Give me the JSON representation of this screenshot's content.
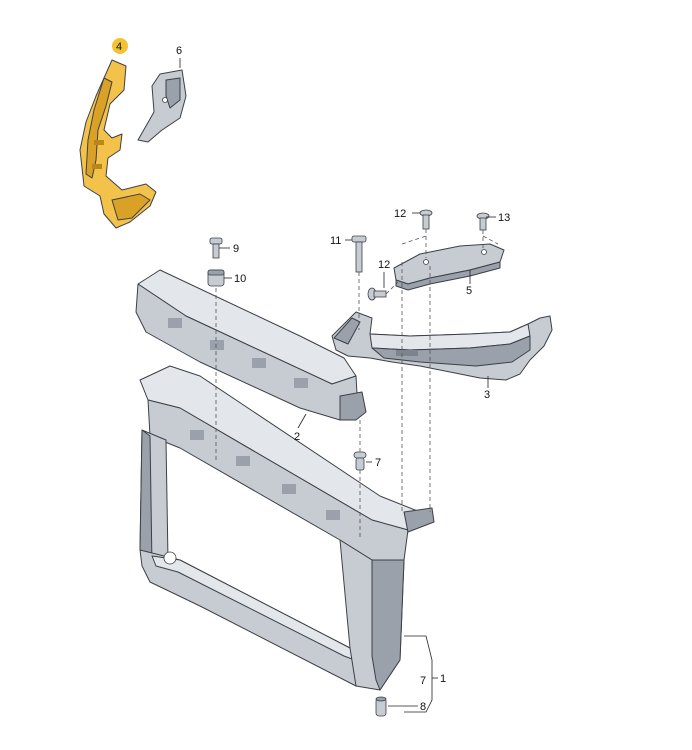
{
  "colors": {
    "part_fill": "#c7ccd3",
    "part_shadow": "#9aa1aa",
    "part_light": "#e3e6ea",
    "highlight_fill": "#f3c24a",
    "highlight_shadow": "#d9a227",
    "highlight_badge": "#f2c230",
    "outline": "#3c4047"
  },
  "callouts": {
    "c1": "1",
    "c2": "2",
    "c3": "3",
    "c4": "4",
    "c5": "5",
    "c6": "6",
    "c7a": "7",
    "c7b": "7",
    "c8": "8",
    "c9": "9",
    "c10": "10",
    "c11": "11",
    "c12a": "12",
    "c12b": "12",
    "c13": "13"
  }
}
